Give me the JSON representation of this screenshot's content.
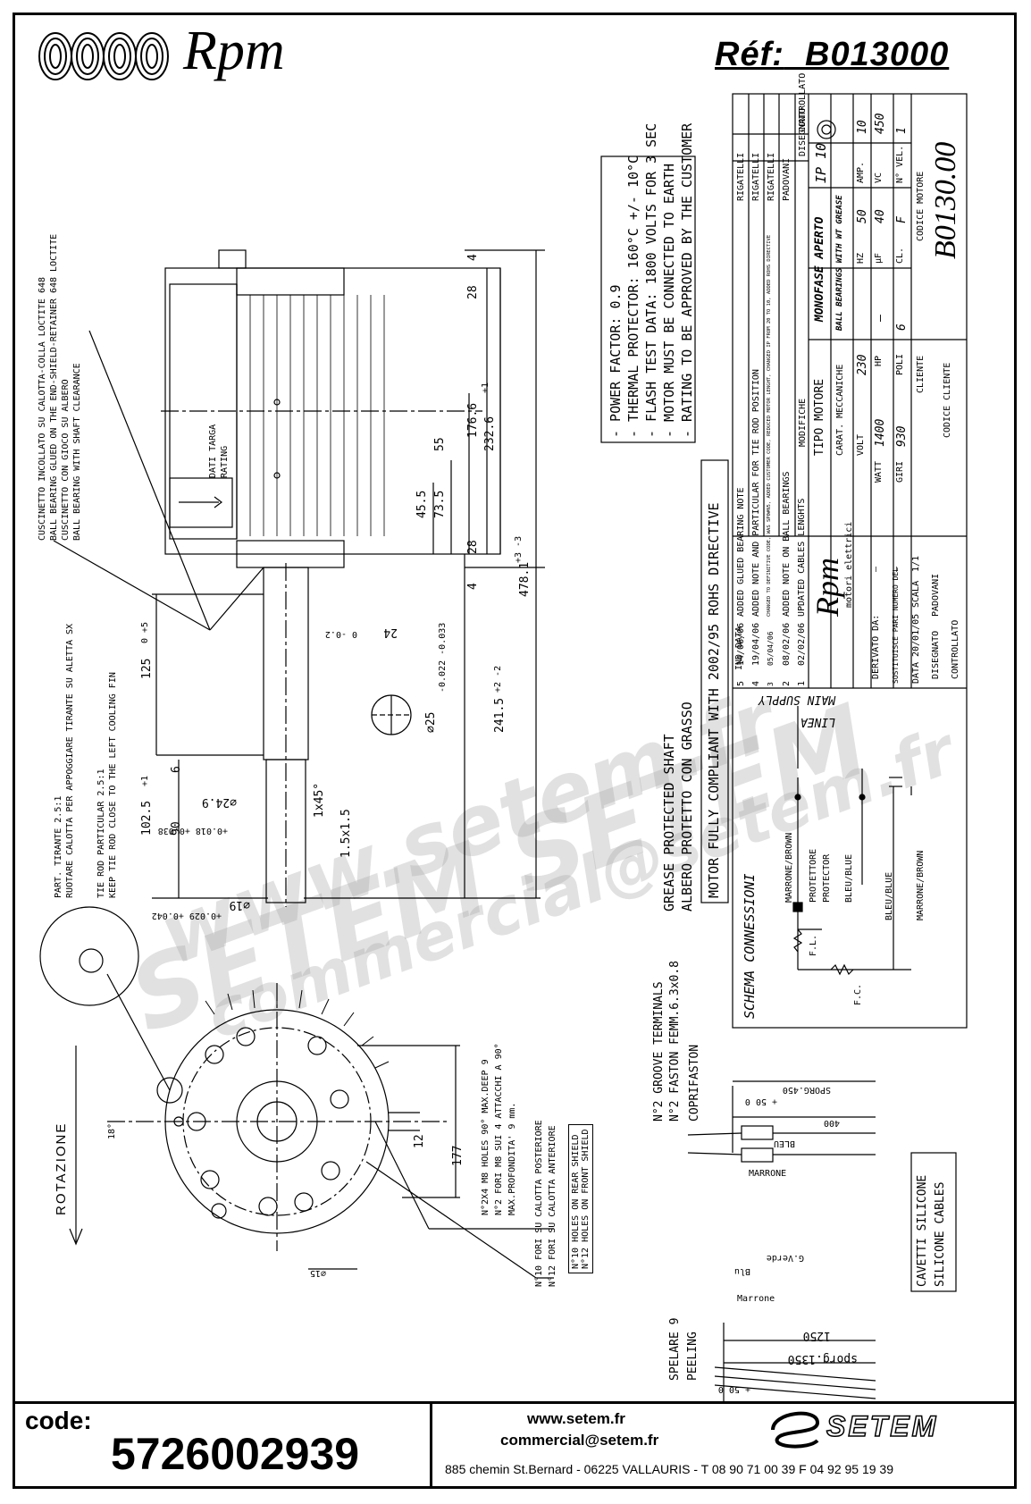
{
  "header": {
    "brand": "Rpm",
    "ref_label": "Réf:",
    "ref_code": "B013000"
  },
  "notes_left": [
    "CUSCINETTO INCOLLATO SU CALOTTA-COLLA LOCTITE 648",
    "BALL BEARING GLUED ON THE END-SHIELD-RETAINER 648 LOCTITE",
    "CUSCINETTO CON GIOCO SU ALBERO",
    "BALL BEARING WITH SHAFT CLEARANCE"
  ],
  "tie_rod_notes": [
    "PART. TIRANTE 2.5:1",
    "RUOTARE CALOTTA PER APPOGGIARE TIRANTE SU ALETTA SX",
    "TIE ROD PARTICULAR 2.5:1",
    "KEEP TIE ROD CLOSE TO THE LEFT COOLING FIN"
  ],
  "rating_label": [
    "DATI TARGA",
    "RATING"
  ],
  "rotation_label": "ROTAZIONE",
  "dimensions": {
    "d4_top": "4",
    "d28_top": "28",
    "d176": "176.6",
    "d232": "232.6",
    "d232_tol": "+1",
    "d55": "55",
    "d73": "73.5",
    "d45": "45.5",
    "d28_bot": "28",
    "d4_bot": "4",
    "d478": "478.1",
    "d478_tol": "+3 -3",
    "d125": "125",
    "d125_tol": "0 +5",
    "d241": "241.5",
    "d241_tol": "+2 -2",
    "d24": "24",
    "d24_tol": "0 -0.2",
    "d25": "⌀25",
    "d25_tol": "-0.022 -0.033",
    "d6": "6",
    "d102": "102.5",
    "d102_tol": "+1",
    "d90": "90",
    "d90_tol": "+0.018 +0.038",
    "d24_9": "⌀24.9",
    "chamfer": "1x45°",
    "chamfer2": "1.5x1.5",
    "d19": "⌀19",
    "d19_tol": "+0.029 +0.042",
    "d12": "12",
    "d177": "177",
    "d15": "⌀15",
    "angle18": "18°"
  },
  "hole_notes": [
    "N°2X4 M8 HOLES 90° MAX.DEEP 9",
    "N°2 FORI M8 SUI 4 ATTACCHI A  90°",
    "MAX.PROFONDITA' 9 mm.",
    "N°10 FORI SU CALOTTA POSTERIORE",
    "N°12 FORI SU CALOTTA ANTERIORE",
    "N°10 HOLES ON REAR SHIELD",
    "N°12 HOLES ON FRONT SHIELD"
  ],
  "specs_box": [
    "- POWER FACTOR: 0.9",
    "- THERMAL PROTECTOR: 160°C +/- 10°C",
    "- FLASH TEST DATA: 1800 VOLTS FOR 3 SEC",
    "- MOTOR MUST BE CONNECTED TO EARTH",
    "- RATING TO BE APPROVED BY THE CUSTOMER"
  ],
  "rohs": "MOTOR FULLY COMPLIANT WITH 2002/95 ROHS DIRECTIVE",
  "grease": [
    "GREASE PROTECTED SHAFT",
    "ALBERO PROTETTO CON GRASSO"
  ],
  "terminals": [
    "N°2 GROOVE TERMINALS",
    "N°2 FASTON FEMM.6.3x0.8",
    "COPRIFASTON"
  ],
  "cables": [
    "CAVETTI SILICONE",
    "SILICONE CABLES"
  ],
  "peeling": [
    "SPELARE 9",
    "PEELING"
  ],
  "cable_dims": {
    "sporg450": "SPORG.450",
    "sporg450_tol": "+ 50  0",
    "len400": "400",
    "sporg1350": "sporg.1350",
    "sporg1350_tol": "+ 50  0",
    "len1250": "1250"
  },
  "wire_labels": {
    "bleu": "BLEU",
    "marrone": "MARRONE",
    "gverde": "G.Verde",
    "blu": "Blu",
    "marrone2": "Marrone"
  },
  "schema": {
    "title": "SCHEMA CONNESSIONI",
    "main_supply": "MAIN SUPPLY",
    "linea": "LINEA",
    "wires": [
      "MARRONE/BROWN",
      "PROTETTORE",
      "PROTECTOR",
      "BLEU/BLUE",
      "BLEU/BLUE",
      "MARRONE/BROWN"
    ],
    "fl": "F.L.",
    "fc": "F.C."
  },
  "title_block": {
    "revisions": [
      {
        "n": "5",
        "date": "14/06/06",
        "text": "ADDED GLUED BEARING NOTE",
        "by": "RIGATELLI"
      },
      {
        "n": "4",
        "date": "19/04/06",
        "text": "ADDED NOTE AND PARTICULAR FOR TIE ROD POSITION",
        "by": "RIGATELLI"
      },
      {
        "n": "3",
        "date": "05/04/06",
        "text": "CHANGED TO DEFINITIVE CODE, WAS SP0#N5, ADDED CUSTOMER CODE, REDUCED MOTOR LENGHT, CHANGED IP FROM 20 TO 10, ADDED ROHS DIRECTIVE",
        "by": "RIGATELLI"
      },
      {
        "n": "2",
        "date": "08/02/06",
        "text": "ADDED NOTE ON BALL BEARINGS",
        "by": "PADOVANI"
      },
      {
        "n": "1",
        "date": "02/02/06",
        "text": "UPDATED CABLES LENGHTS",
        "by": "PADOVANI"
      }
    ],
    "col_ind": "IND",
    "col_data": "DATA",
    "col_modifiche": "MODIFICHE",
    "col_disegnato": "DISEGNATO",
    "col_controllato": "CONTROLLATO",
    "tipo_motore_label": "TIPO MOTORE",
    "tipo_motore": "MONOFASE APERTO",
    "ip": "IP 10",
    "carat_label": "CARAT. MECCANICHE",
    "carat": "BALL BEARINGS WITH WT GREASE",
    "volt_label": "VOLT",
    "volt": "230",
    "hz_label": "HZ",
    "hz": "50",
    "amp_label": "AMP.",
    "amp": "10",
    "watt_label": "WATT",
    "watt": "1400",
    "hp_label": "HP",
    "hp": "—",
    "uf_label": "µF",
    "uf": "40",
    "vc_label": "VC",
    "vc": "450",
    "giri_label": "GIRI",
    "giri": "930",
    "poli_label": "POLI",
    "poli": "6",
    "cl_label": "CL.",
    "cl": "F",
    "vel_label": "N° VEL.",
    "vel": "1",
    "codice_motore_label": "CODICE MOTORE",
    "codice_motore": "B0130.00",
    "cliente_label": "CLIENTE",
    "codice_cliente_label": "CODICE CLIENTE",
    "derivato_label": "DERIVATO DA:",
    "derivato": "—",
    "sostituisce_label": "SOSTITUISCE PARI NUMERO DEL",
    "sostituisce": "—",
    "data_label": "DATA",
    "data": "20/01/05",
    "scala_label": "SCALA",
    "scala": "1/1",
    "disegnato_label": "DISEGNATO",
    "disegnato": "PADOVANI",
    "controllato_label": "CONTROLLATO",
    "rpm": "Rpm",
    "rpm_sub": "motori elettrici"
  },
  "watermark": {
    "line1": "www.setem.fr",
    "line2": "SETEM SETEM",
    "line3": "commercial@setem.fr"
  },
  "footer": {
    "code_label": "code:",
    "code": "5726002939",
    "web": "www.setem.fr",
    "email": "commercial@setem.fr",
    "address": "885 chemin St.Bernard  -  06225 VALLAURIS  -  T 08 90 71 00 39  F 04 92 95 19 39",
    "brand": "SETEM"
  }
}
